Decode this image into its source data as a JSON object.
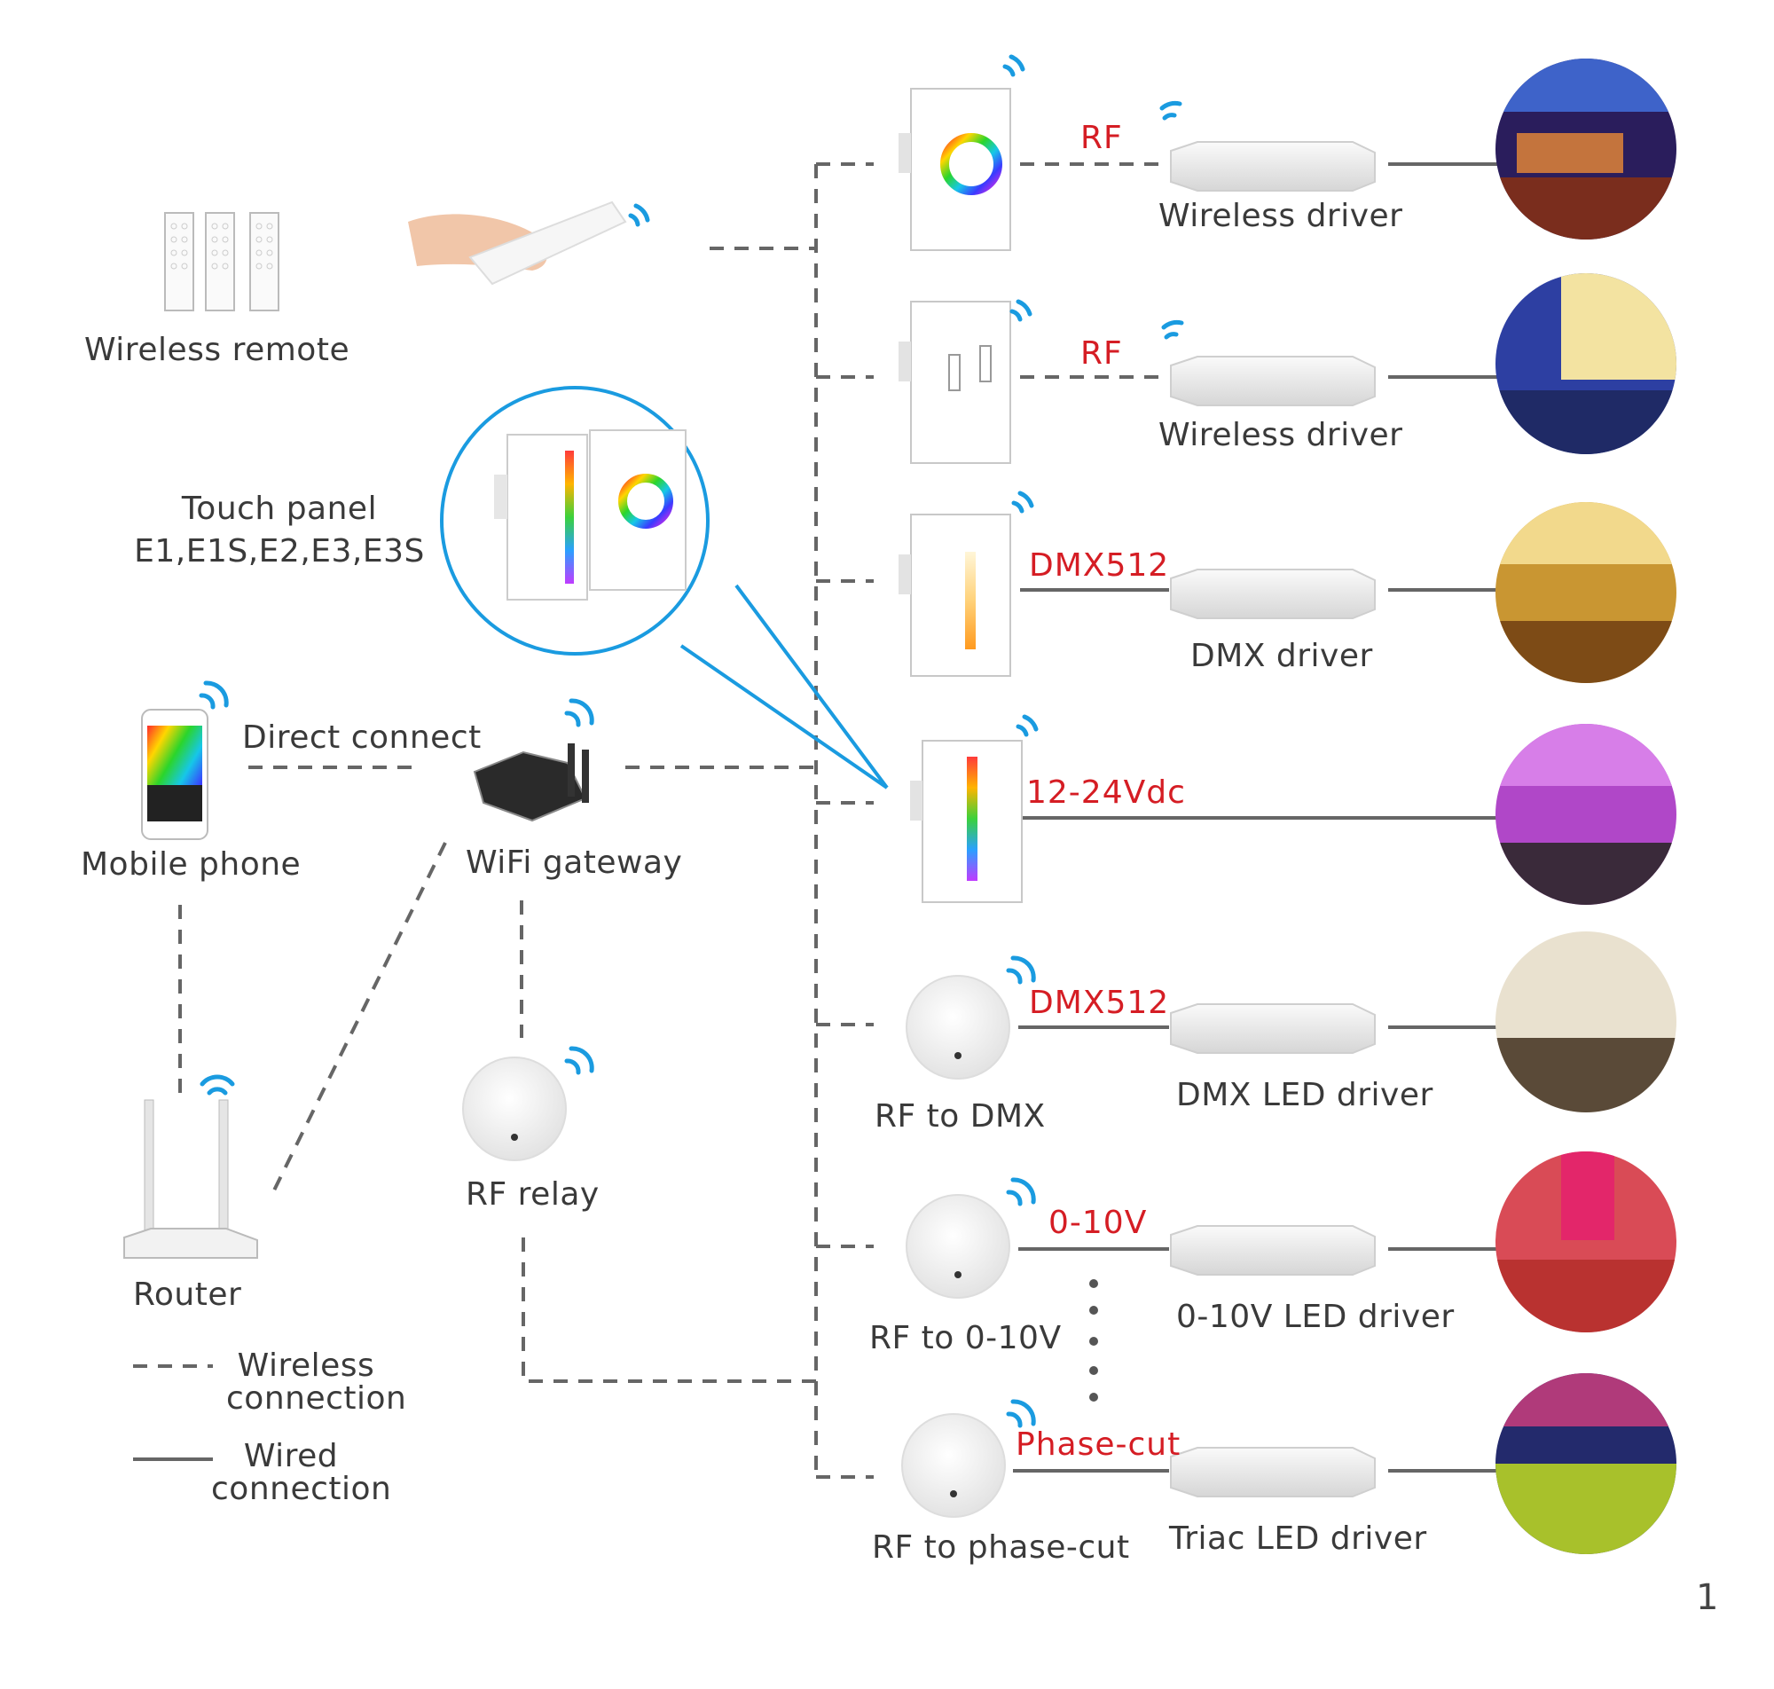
{
  "labels": {
    "wireless_remote": "Wireless remote",
    "touch_panel_line1": "Touch panel",
    "touch_panel_line2": "E1,E1S,E2,E3,E3S",
    "mobile_phone": "Mobile phone",
    "direct_connect": "Direct connect",
    "wifi_gateway": "WiFi gateway",
    "router": "Router",
    "rf_relay": "RF relay",
    "rf_to_dmx": "RF to DMX",
    "rf_to_010v": "RF to 0-10V",
    "rf_to_phasecut": "RF to phase-cut"
  },
  "connections": [
    {
      "signal": "RF",
      "driver": "Wireless driver"
    },
    {
      "signal": "RF",
      "driver": "Wireless driver"
    },
    {
      "signal": "DMX512",
      "driver": "DMX driver"
    },
    {
      "signal": "12-24Vdc",
      "driver": ""
    },
    {
      "signal": "DMX512",
      "driver": "DMX LED driver"
    },
    {
      "signal": "0-10V",
      "driver": "0-10V LED driver"
    },
    {
      "signal": "Phase-cut",
      "driver": "Triac LED driver"
    }
  ],
  "legend": {
    "wireless_line1": "Wireless",
    "wireless_line2": "connection",
    "wired_line1": "Wired",
    "wired_line2": "connection"
  },
  "page_number": "1",
  "colors": {
    "signal_red": "#d51d24",
    "wifi_blue": "#1a9be0",
    "line_gray": "#666666",
    "callout_blue": "#1a9be0"
  }
}
